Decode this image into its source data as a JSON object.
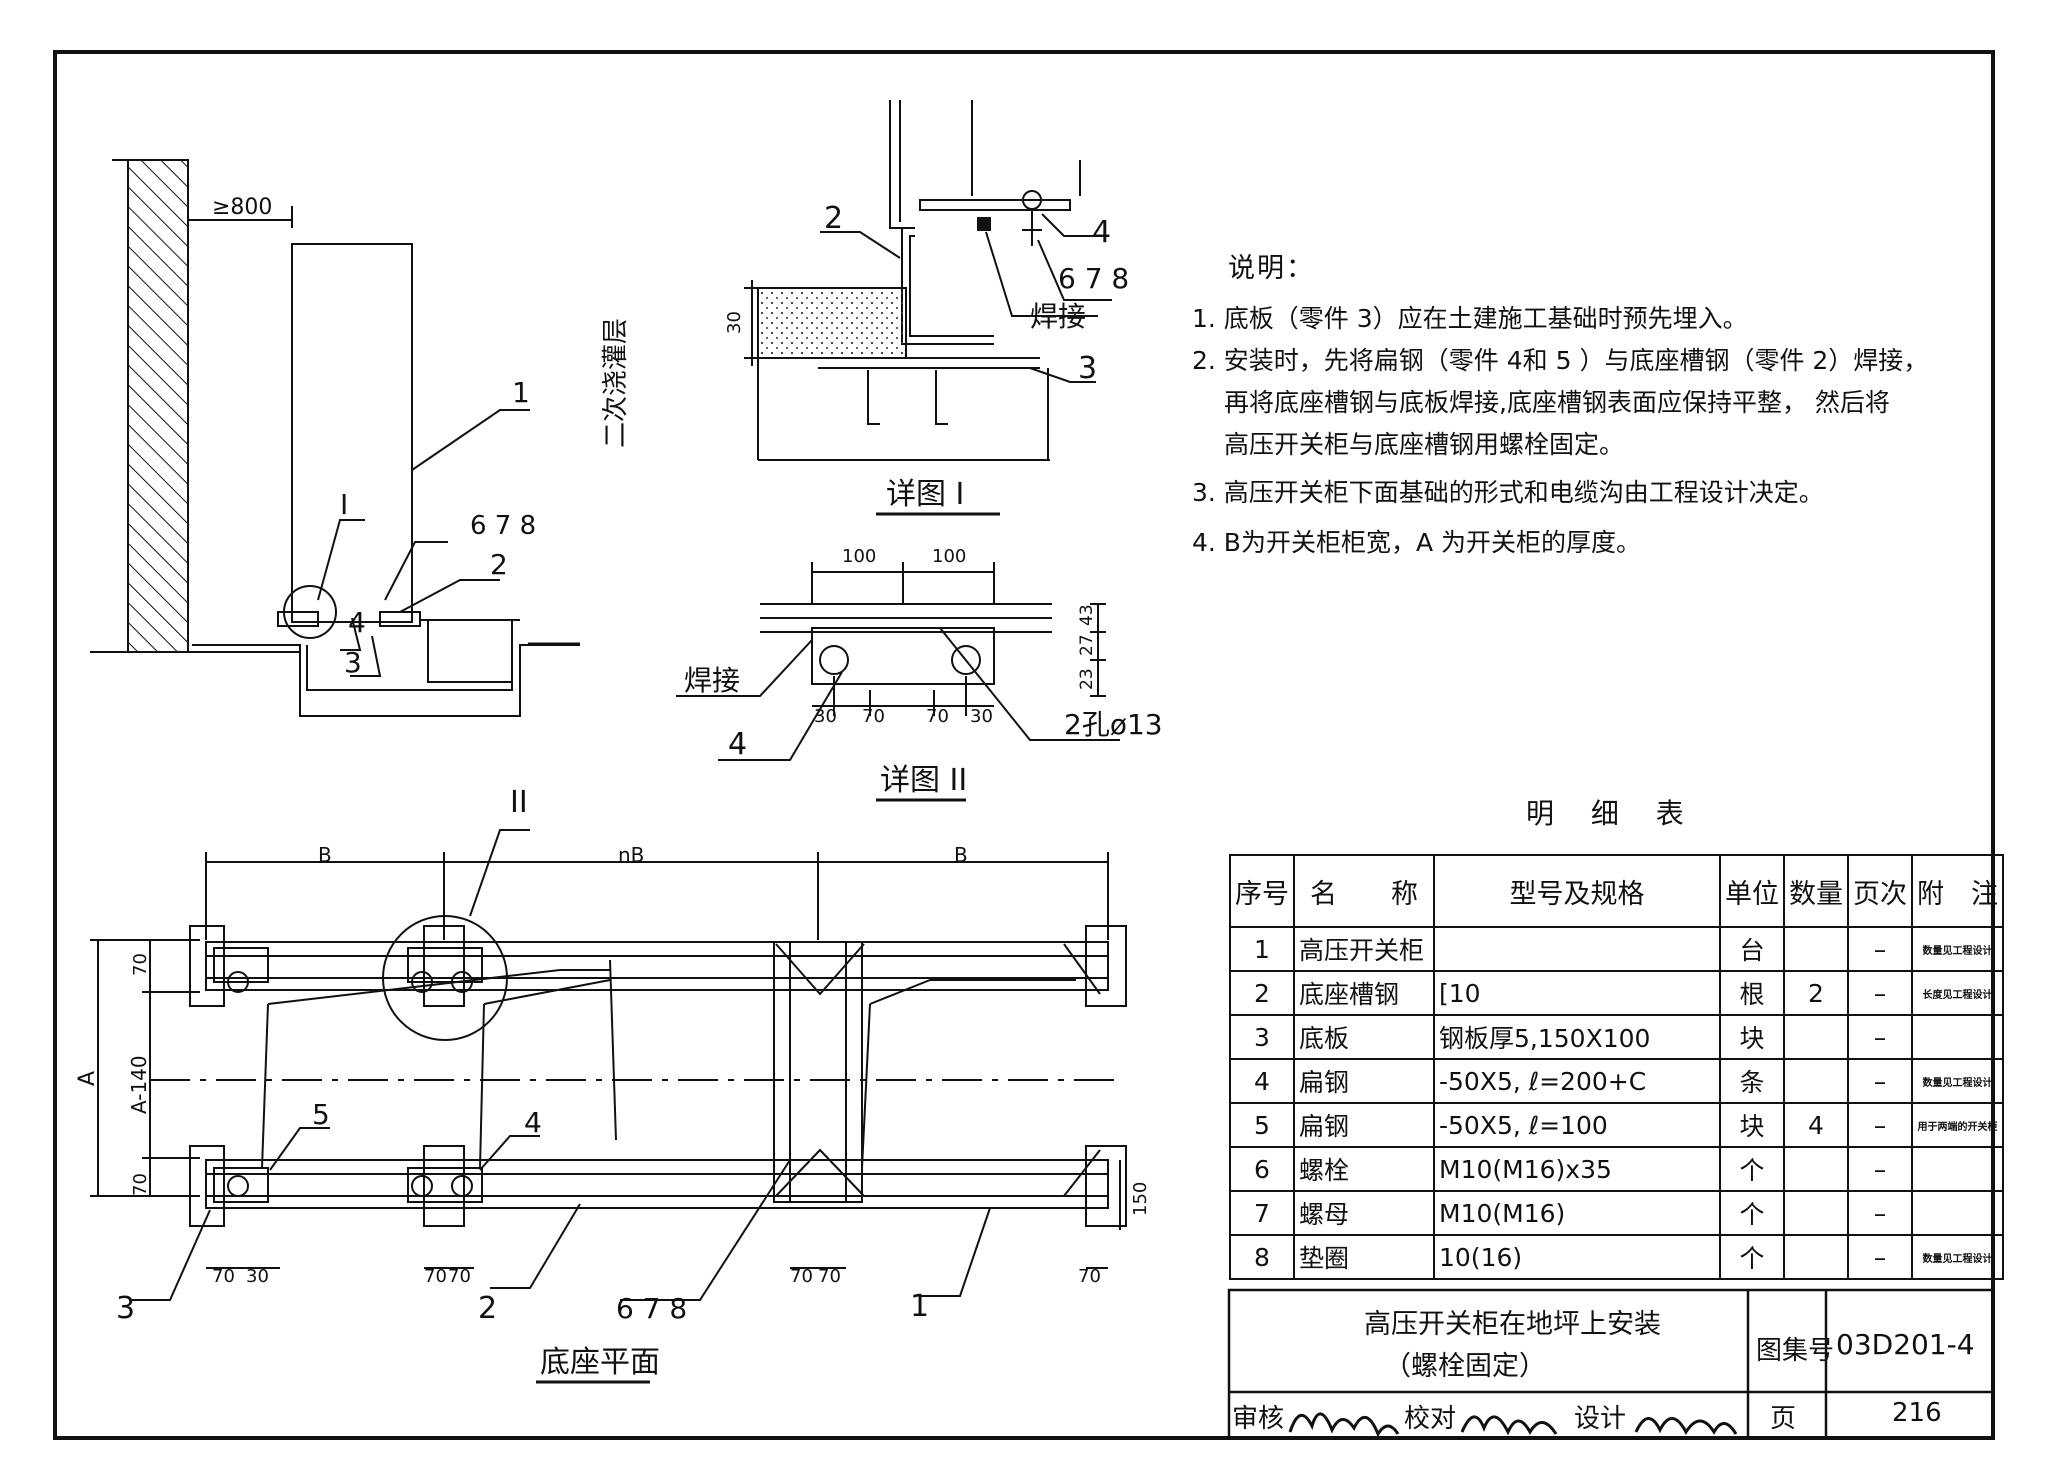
{
  "notes": {
    "title": "说明：",
    "items": [
      "1. 底板（零件 3）应在土建施工基础时预先埋入。",
      "2. 安装时，先将扁钢（零件 4和 5 ）与底座槽钢（零件 2）焊接，",
      "再将底座槽钢与底板焊接,底座槽钢表面应保持平整， 然后将",
      "高压开关柜与底座槽钢用螺栓固定。",
      "3. 高压开关柜下面基础的形式和电缆沟由工程设计决定。",
      "4. B为开关柜柜宽，A 为开关柜的厚度。"
    ]
  },
  "elevation": {
    "clearance": "≥800",
    "pour_layer": "二次浇灌层",
    "detail_ref": "I",
    "labels": {
      "p1": "1",
      "p2": "2",
      "p3": "3",
      "p4": "4",
      "p678": "6 7 8"
    }
  },
  "detail1": {
    "title": "详图 I",
    "dim_30": "30",
    "weld": "焊接",
    "labels": {
      "p2": "2",
      "p3": "3",
      "p4": "4",
      "p678": "6 7 8"
    }
  },
  "detail2": {
    "title": "详图 II",
    "dim_top": [
      "100",
      "100"
    ],
    "dim_bottom": [
      "30",
      "70",
      "70",
      "30"
    ],
    "dim_side": [
      "43",
      "27",
      "23"
    ],
    "weld": "焊接",
    "hole": "2孔ø13",
    "label_4": "4"
  },
  "plan": {
    "title": "底座平面",
    "detail_ref": "II",
    "dim_top": [
      "B",
      "nB",
      "B"
    ],
    "dim_left": {
      "A": "A",
      "A140": "A-140",
      "top70": "70",
      "bot70": "70"
    },
    "dim_right": "150",
    "dim_bottom": [
      "70",
      "30",
      "70",
      "70",
      "70",
      "70",
      "70"
    ],
    "labels": {
      "p1": "1",
      "p2": "2",
      "p3": "3",
      "p4": "4",
      "p5": "5",
      "p678": "6 7 8"
    }
  },
  "bom": {
    "title": "明 细 表",
    "headers": [
      "序号",
      "名　　称",
      "型号及规格",
      "单位",
      "数量",
      "页次",
      "附　注"
    ],
    "rows": [
      {
        "no": "1",
        "name": "高压开关柜",
        "spec": "",
        "unit": "台",
        "qty": "",
        "page": "–",
        "remark": "数量见工程设计"
      },
      {
        "no": "2",
        "name": "底座槽钢",
        "spec": "[10",
        "unit": "根",
        "qty": "2",
        "page": "–",
        "remark": "长度见工程设计"
      },
      {
        "no": "3",
        "name": "底板",
        "spec": "钢板厚5,150X100",
        "unit": "块",
        "qty": "",
        "page": "–",
        "remark": ""
      },
      {
        "no": "4",
        "name": "扁钢",
        "spec": "-50X5, ℓ=200+C",
        "unit": "条",
        "qty": "",
        "page": "–",
        "remark": "数量见工程设计"
      },
      {
        "no": "5",
        "name": "扁钢",
        "spec": "-50X5, ℓ=100",
        "unit": "块",
        "qty": "4",
        "page": "–",
        "remark": "用于两端的开关柜"
      },
      {
        "no": "6",
        "name": "螺栓",
        "spec": "M10(M16)x35",
        "unit": "个",
        "qty": "",
        "page": "–",
        "remark": ""
      },
      {
        "no": "7",
        "name": "螺母",
        "spec": "M10(M16)",
        "unit": "个",
        "qty": "",
        "page": "–",
        "remark": ""
      },
      {
        "no": "8",
        "name": "垫圈",
        "spec": "10(16)",
        "unit": "个",
        "qty": "",
        "page": "–",
        "remark": "数量见工程设计"
      }
    ]
  },
  "title_block": {
    "title_line1": "高压开关柜在地坪上安装",
    "title_line2": "（螺栓固定）",
    "atlas_label": "图集号",
    "atlas_no": "03D201-4",
    "review": "审核",
    "check": "校对",
    "design": "设计",
    "page_label": "页",
    "page_no": "216"
  }
}
